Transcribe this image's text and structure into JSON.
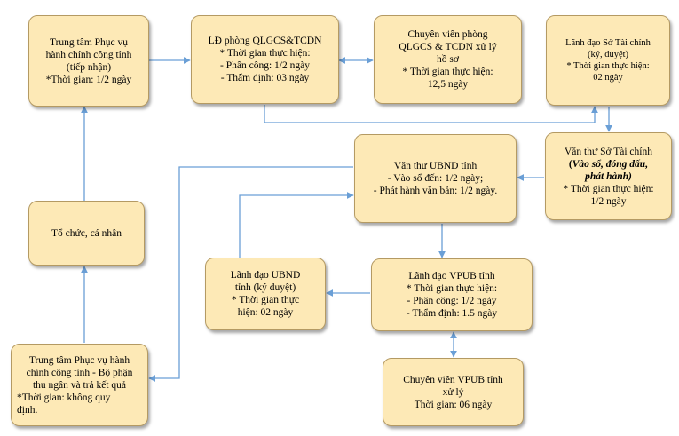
{
  "colors": {
    "box_fill": "#fde9b6",
    "box_border": "#b49a63",
    "arrow": "#6a9fd6"
  },
  "nodes": {
    "reception": {
      "lines": [
        "Trung tâm Phục vụ",
        "hành chính công tỉnh",
        "(tiếp nhận)"
      ],
      "time": "*Thời gian: 1/2 ngày"
    },
    "dept_head": {
      "title": "LĐ phòng QLGCS&TCDN",
      "lines": [
        "* Thời gian thực hiện:",
        "- Phân công: 1/2 ngày",
        "- Thẩm định: 03 ngày"
      ]
    },
    "specialist": {
      "lines": [
        "Chuyên viên phòng",
        "QLGCS & TCDN xử lý",
        "hồ sơ",
        "* Thời gian thực hiện:",
        "12,5 ngày"
      ]
    },
    "finance_leader": {
      "lines": [
        "Lãnh đạo  Sở Tài chính",
        "(ký, duyệt)",
        "* Thời gian thực hiện:",
        "02 ngày"
      ]
    },
    "finance_clerk": {
      "line1": "Văn thư Sở Tài chính",
      "open_paren": "(",
      "italic1": "Vào sổ, đóng dấu,",
      "italic2": "phát hành)",
      "lines": [
        "* Thời gian thực hiện:",
        "1/2 ngày"
      ]
    },
    "ubnd_clerk": {
      "title": "Văn thư UBND tỉnh",
      "lines": [
        "- Vào sổ đến: 1/2 ngày;",
        "- Phát hành văn bản: 1/2 ngày."
      ]
    },
    "individual": {
      "label": "Tổ chức, cá nhân"
    },
    "ubnd_leader": {
      "lines": [
        "Lãnh đạo UBND",
        "tỉnh (ký duyệt)",
        "* Thời gian thực",
        "hiện: 02 ngày"
      ]
    },
    "vpub_leader": {
      "title": "Lãnh đạo VPUB tỉnh",
      "lines": [
        "* Thời gian thực hiện:",
        "- Phân công: 1/2 ngày",
        "- Thẩm định: 1.5 ngày"
      ]
    },
    "return_desk": {
      "lines": [
        "Trung tâm Phục vụ hành",
        "chính công tỉnh - Bộ phận",
        "thu ngân và trả kết quả",
        "*Thời gian: không quy",
        "định."
      ]
    },
    "vpub_specialist": {
      "lines": [
        "Chuyên viên VPUB tỉnh",
        "xử lý",
        "Thời gian: 06 ngày"
      ]
    }
  }
}
